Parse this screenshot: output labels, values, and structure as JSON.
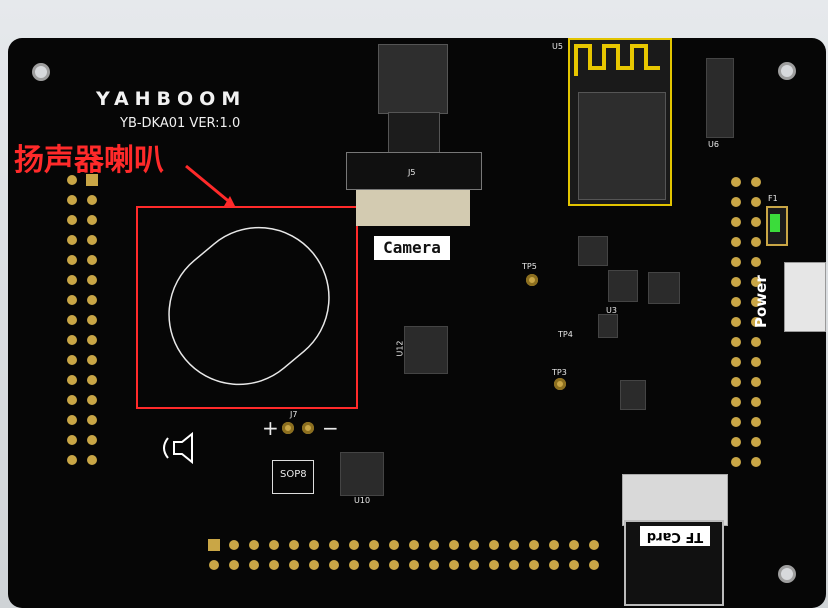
{
  "board": {
    "brand": "YAHBOOM",
    "model_version": "YB-DKA01 VER:1.0"
  },
  "annotation": {
    "label": "扬声器喇叭",
    "color": "#ff2a2a"
  },
  "components": {
    "camera_label": "Camera",
    "tf_label": "TF Card",
    "power_label": "Power",
    "connector_j5": "J5",
    "chip_u5": "U5",
    "chip_u6": "U6",
    "chip_u10": "U10",
    "chip_u12": "U12",
    "chip_u3": "U3",
    "fuse": "F1",
    "sop8_label": "SOP8",
    "tp5": "TP5",
    "tp3": "TP3",
    "tp4": "TP4",
    "j7": "J7",
    "plus": "+",
    "minus": "−"
  },
  "icons": {
    "speaker": "speaker-icon"
  }
}
